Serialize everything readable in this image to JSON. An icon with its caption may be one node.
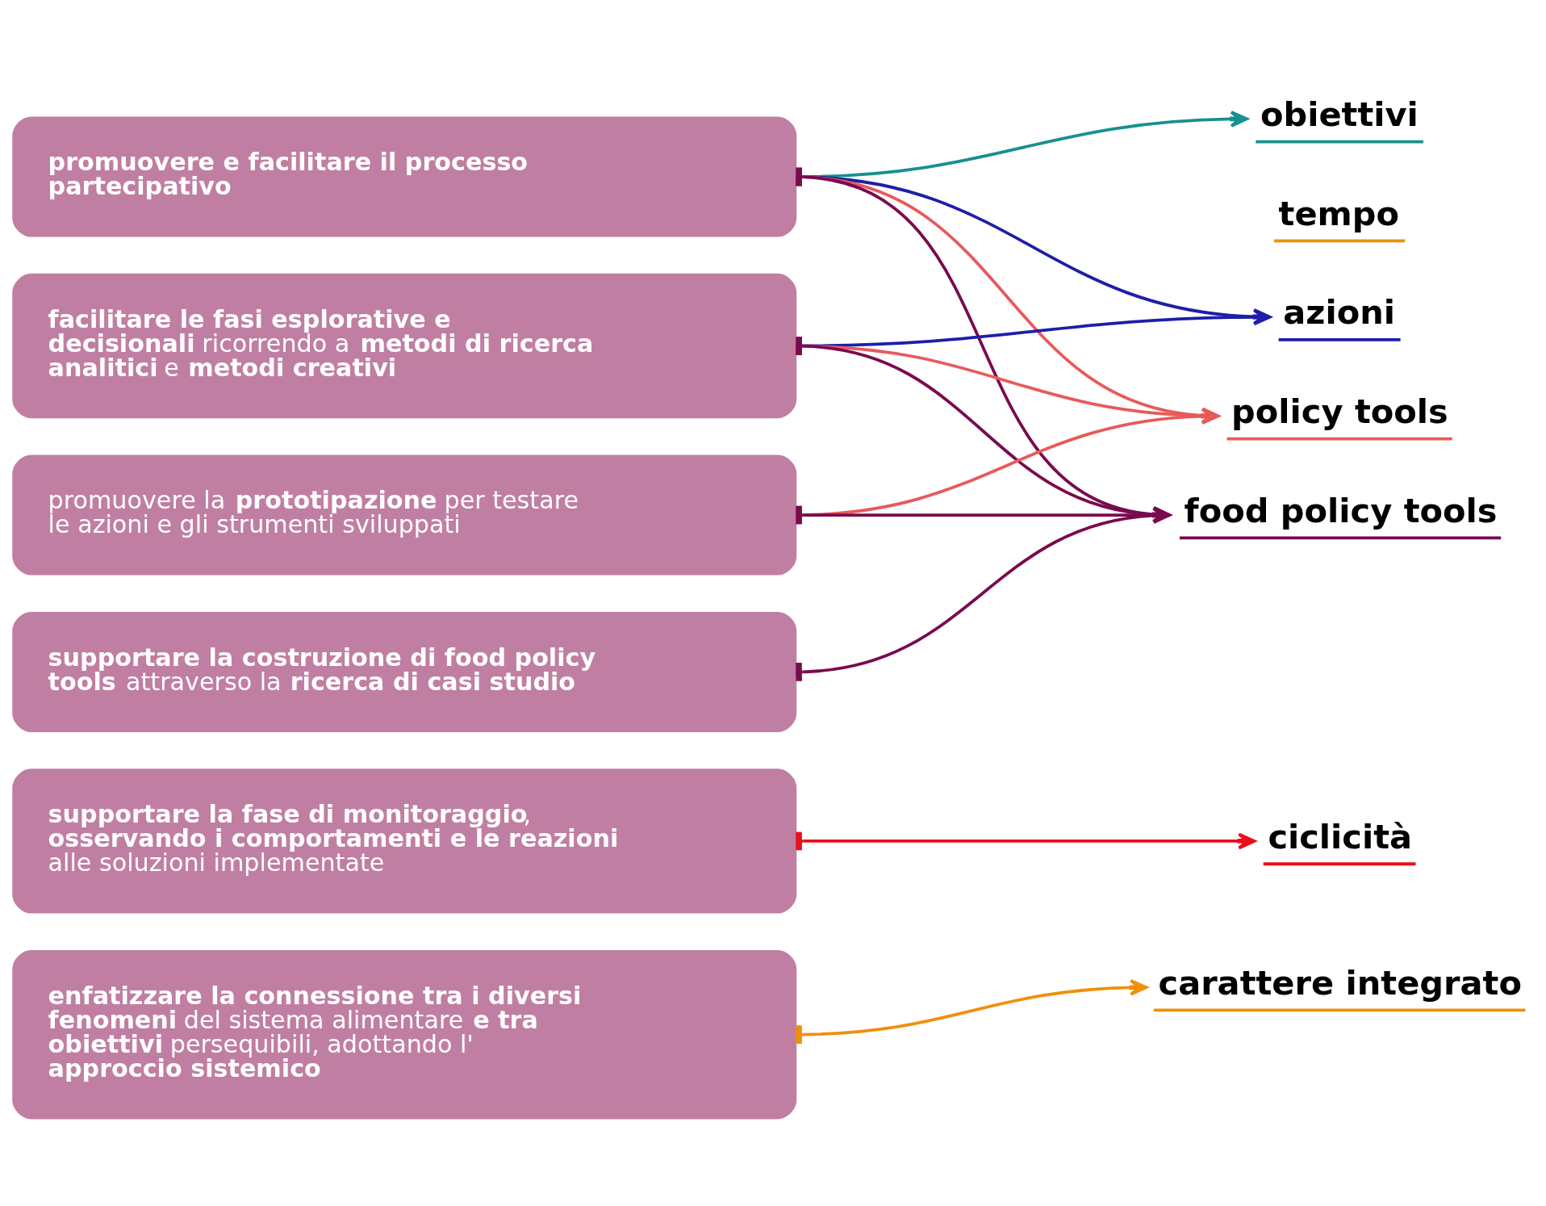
{
  "diagram": {
    "nodes": [
      {
        "text": [
          "**promuovere e facilitare il processo partecipativo**"
        ]
      },
      {
        "text": [
          "**facilitare le fasi esplorative e decisionali** ricorrendo a **metodi di ricerca analitici** e **metodi creativi**"
        ]
      },
      {
        "text": [
          "promuovere la **prototipazione** per testare le azioni e gli strumenti sviluppati"
        ]
      },
      {
        "text": [
          "**supportare la costruzione di food policy tools** attraverso la **ricerca di casi studio**"
        ]
      },
      {
        "text": [
          "**supportare la fase di monitoraggio**, **osservando i comportamenti e le reazioni** alle soluzioni implementate"
        ]
      },
      {
        "text": [
          "**enfatizzare la connessione tra i diversi fenomeni** del sistema alimentare **e tra obiettivi** persequibili, adottando l'**approccio sistemico**"
        ]
      },
      {
        "text": [
          "obiettivi"
        ]
      },
      {
        "text": [
          "tempo"
        ]
      },
      {
        "text": [
          "azioni"
        ]
      },
      {
        "text": [
          "policy tools"
        ]
      },
      {
        "text": [
          "food policy tools"
        ]
      },
      {
        "text": [
          "ciclicità"
        ]
      },
      {
        "text": [
          "carattere integrato"
        ]
      }
    ],
    "edges": [
      {
        "from": 0,
        "to": 6,
        "arrow": "to",
        "color": "#17908f"
      },
      {
        "from": 0,
        "to": 8,
        "arrow": "to",
        "color": "#1e1ea8"
      },
      {
        "from": 0,
        "to": 9,
        "arrow": "to",
        "color": "#e85a5a"
      },
      {
        "from": 0,
        "to": 10,
        "arrow": "to",
        "color": "#7a0a4e"
      },
      {
        "from": 1,
        "to": 8,
        "arrow": "to",
        "color": "#1e1ea8"
      },
      {
        "from": 1,
        "to": 9,
        "arrow": "to",
        "color": "#e85a5a"
      },
      {
        "from": 1,
        "to": 10,
        "arrow": "to",
        "color": "#7a0a4e"
      },
      {
        "from": 2,
        "to": 9,
        "arrow": "to",
        "color": "#e85a5a"
      },
      {
        "from": 2,
        "to": 10,
        "arrow": "to",
        "color": "#7a0a4e"
      },
      {
        "from": 3,
        "to": 10,
        "arrow": "to",
        "color": "#7a0a4e"
      },
      {
        "from": 4,
        "to": 11,
        "arrow": "to",
        "color": "#e8101a"
      },
      {
        "from": 5,
        "to": 12,
        "arrow": "to",
        "color": "#f0900a"
      }
    ]
  }
}
